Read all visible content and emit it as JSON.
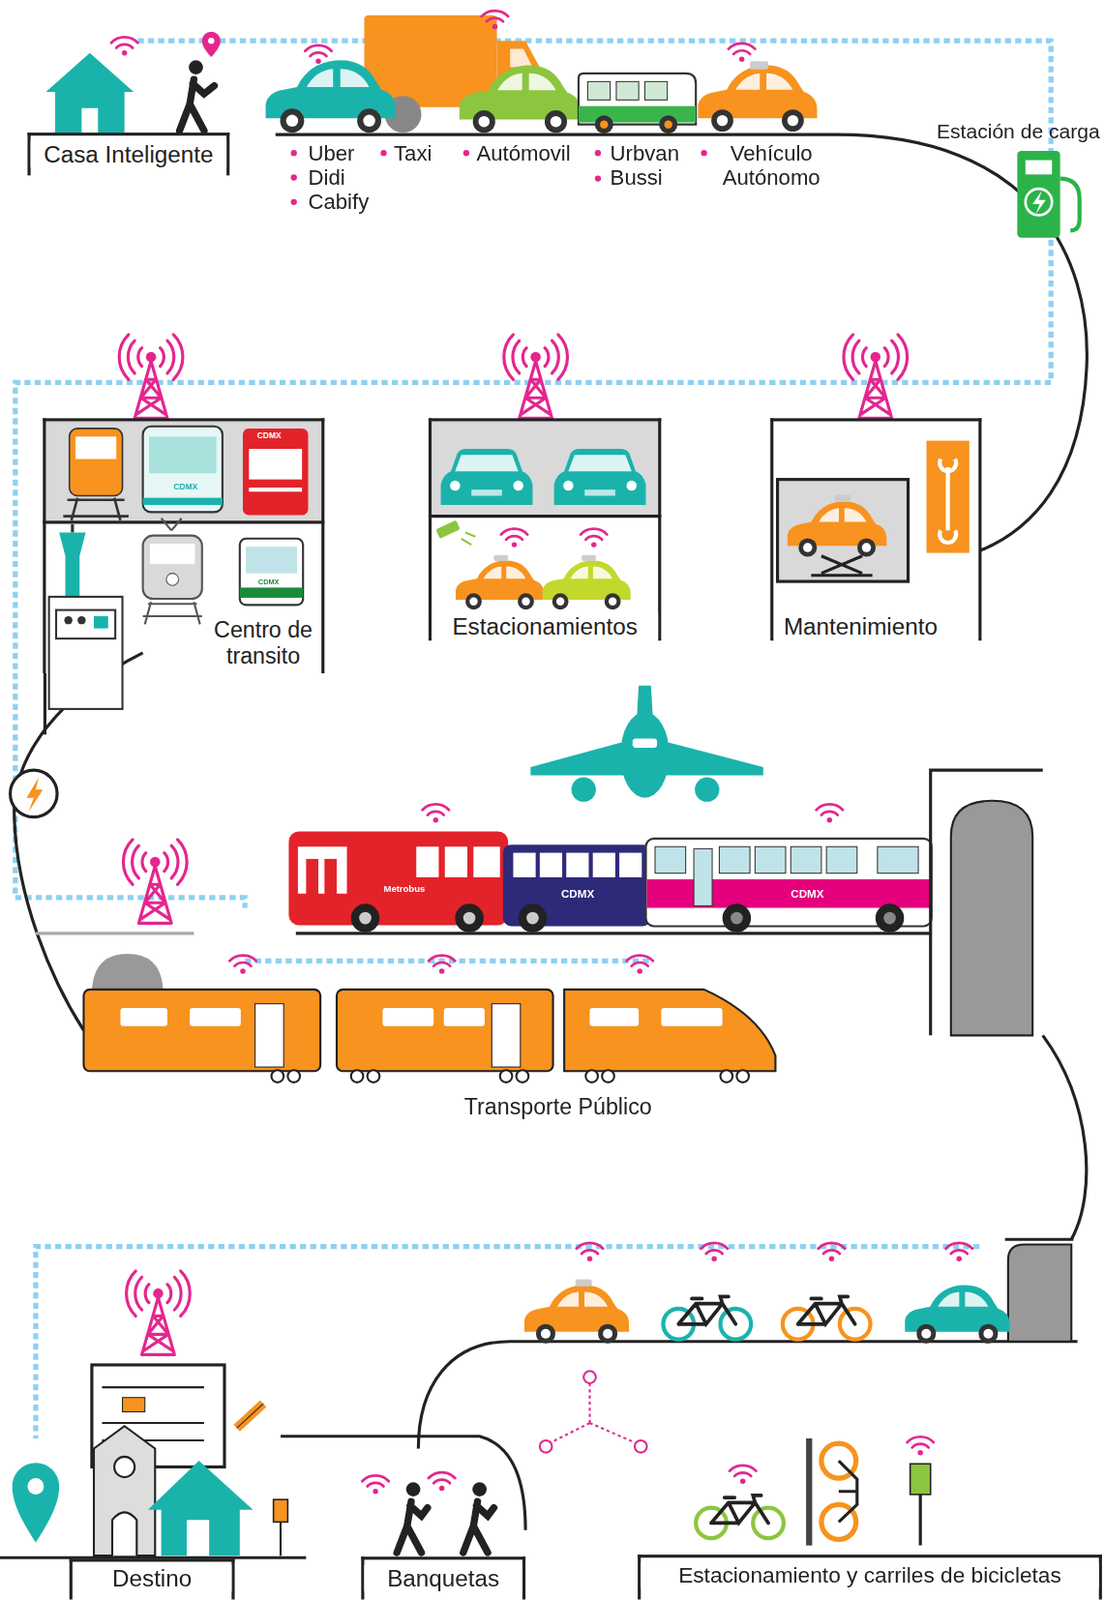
{
  "diagram": {
    "nodes": [
      {
        "text": [
          "Casa Inteligente"
        ]
      },
      {
        "text": [
          "Centro de transito"
        ]
      },
      {
        "text": [
          "Estacionamientos"
        ]
      },
      {
        "text": [
          "Mantenimiento"
        ]
      },
      {
        "text": [
          "Destino"
        ]
      },
      {
        "text": [
          "Banquetas"
        ]
      },
      {
        "text": [
          "Estacionamiento y carriles de bicicletas"
        ]
      }
    ],
    "labels": [
      "Uber",
      "Didi",
      "Cabify",
      "Taxi",
      "Autómovil",
      "Urbvan",
      "Bussi",
      "Vehículo Autónomo",
      "Estación de carga",
      "CDMX",
      "CDMX",
      "CDMX",
      "Metrobus",
      "CDMX",
      "CDMX",
      "Transporte Público"
    ]
  }
}
